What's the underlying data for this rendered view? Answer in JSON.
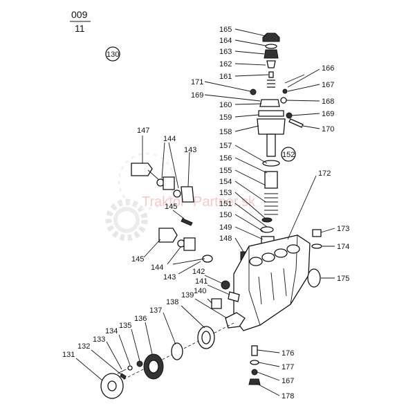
{
  "header": {
    "code": "009",
    "sheet": "11"
  },
  "badges": {
    "group_130": "130",
    "group_152": "152"
  },
  "watermark": {
    "brand_a": "Traktor",
    "brand_b": "Partner.sk"
  },
  "labels": [
    "165",
    "164",
    "163",
    "162",
    "161",
    "171",
    "169",
    "160",
    "159",
    "158",
    "157",
    "156",
    "155",
    "154",
    "153",
    "151",
    "150",
    "149",
    "148",
    "166",
    "167",
    "168",
    "169",
    "170",
    "172",
    "173",
    "174",
    "175",
    "147",
    "144",
    "143",
    "145",
    "145",
    "144",
    "143",
    "142",
    "141",
    "140",
    "139",
    "138",
    "137",
    "136",
    "135",
    "134",
    "133",
    "132",
    "131",
    "176",
    "177",
    "167",
    "178"
  ]
}
